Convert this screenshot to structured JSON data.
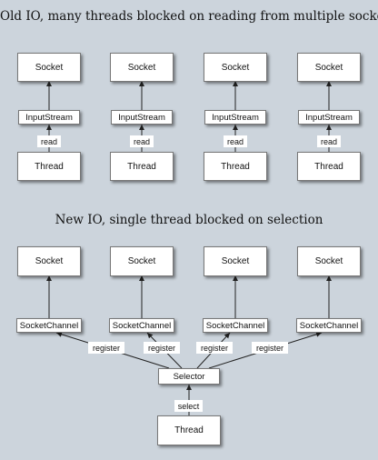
{
  "old_io": {
    "title": "Old IO, many threads blocked on reading from multiple sockets",
    "stacks": [
      {
        "socket": "Socket",
        "stream": "InputStream",
        "edge_label": "read",
        "thread": "Thread"
      },
      {
        "socket": "Socket",
        "stream": "InputStream",
        "edge_label": "read",
        "thread": "Thread"
      },
      {
        "socket": "Socket",
        "stream": "InputStream",
        "edge_label": "read",
        "thread": "Thread"
      },
      {
        "socket": "Socket",
        "stream": "InputStream",
        "edge_label": "read",
        "thread": "Thread"
      }
    ]
  },
  "new_io": {
    "title": "New IO, single thread blocked on selection",
    "stacks": [
      {
        "socket": "Socket",
        "channel": "SocketChannel",
        "edge_label": "register"
      },
      {
        "socket": "Socket",
        "channel": "SocketChannel",
        "edge_label": "register"
      },
      {
        "socket": "Socket",
        "channel": "SocketChannel",
        "edge_label": "register"
      },
      {
        "socket": "Socket",
        "channel": "SocketChannel",
        "edge_label": "register"
      }
    ],
    "selector": "Selector",
    "select_label": "select",
    "thread": "Thread"
  },
  "colors": {
    "background": "#ccd4dc",
    "box": "#ffffff",
    "line": "#222222"
  }
}
